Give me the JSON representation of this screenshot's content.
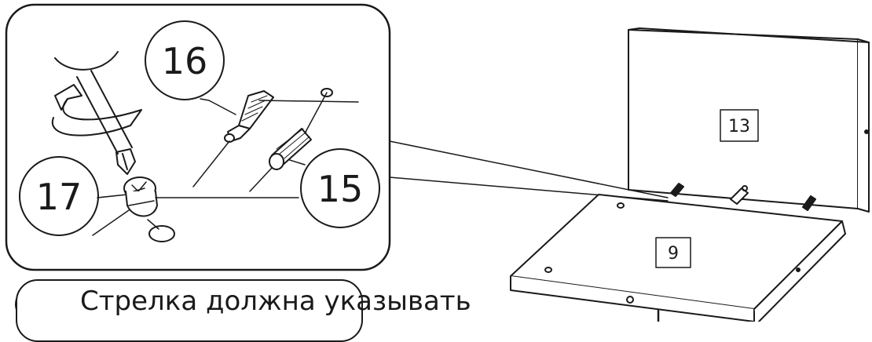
{
  "callouts": {
    "screw": "16",
    "dowel": "15",
    "cam_lock": "17"
  },
  "panels": {
    "back_panel": "13",
    "bottom_panel": "9"
  },
  "note": {
    "text": "Стрелка должна указывать"
  }
}
